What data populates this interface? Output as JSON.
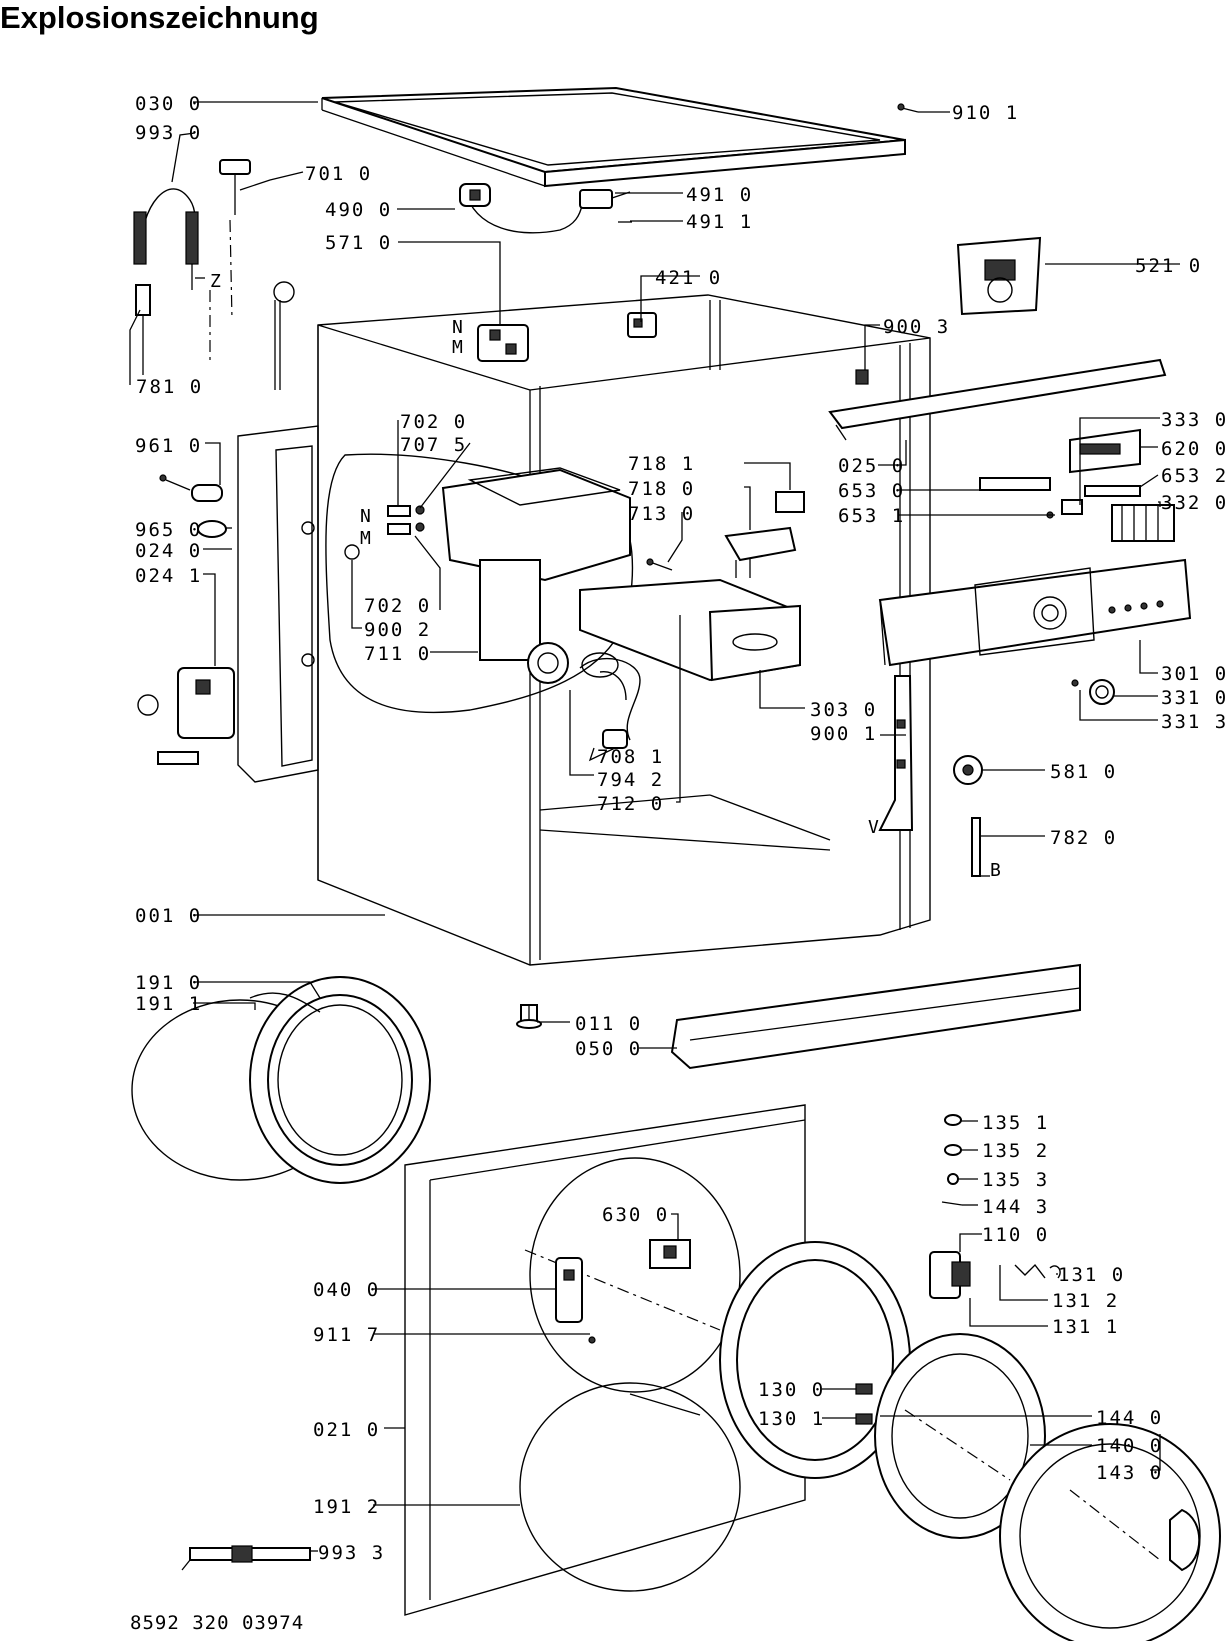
{
  "title": "Explosionszeichnung",
  "document_number": "8592 320 03974",
  "part_labels": {
    "p0300": "030 0",
    "p9930": "993 0",
    "p7010": "701 0",
    "p4900": "490 0",
    "p4910": "491 0",
    "p4911": "491 1",
    "p5710": "571 0",
    "p4210": "421 0",
    "p9101": "910 1",
    "p5210": "521 0",
    "p9003": "900 3",
    "p7810": "781 0",
    "p9610": "961 0",
    "p7020a": "702 0",
    "p7075": "707 5",
    "p9650": "965 0",
    "p0240": "024 0",
    "p0241": "024 1",
    "p7020b": "702 0",
    "p9002": "900 2",
    "p7110": "711 0",
    "p7181": "718 1",
    "p7180": "718 0",
    "p7130": "713 0",
    "p0250": "025 0",
    "p6530": "653 0",
    "p6531": "653 1",
    "p3330": "333 0",
    "p6200": "620 0",
    "p6532": "653 2",
    "p3320": "332 0",
    "p3010": "301 0",
    "p3310": "331 0",
    "p3313": "331 3",
    "p3030": "303 0",
    "p9001": "900 1",
    "p7081": "708 1",
    "p7942": "794 2",
    "p7120": "712 0",
    "p5810": "581 0",
    "p7820": "782 0",
    "p0010": "001 0",
    "p1910": "191 0",
    "p1911": "191 1",
    "p0110": "011 0",
    "p0500": "050 0",
    "p1351": "135 1",
    "p1352": "135 2",
    "p1353": "135 3",
    "p1443": "144 3",
    "p1100": "110 0",
    "p6300": "630 0",
    "p0400": "040 0",
    "p1310": "131 0",
    "p1312": "131 2",
    "p1311": "131 1",
    "p9117": "911 7",
    "p1300": "130 0",
    "p1301": "130 1",
    "p1440": "144 0",
    "p1400": "140 0",
    "p1430": "143 0",
    "p0210": "021 0",
    "p1912": "191 2",
    "p9933": "993 3"
  },
  "markers": {
    "z": "Z",
    "n1": "N",
    "m1": "M",
    "n2": "N",
    "m2": "M",
    "b": "B",
    "v": "V"
  }
}
